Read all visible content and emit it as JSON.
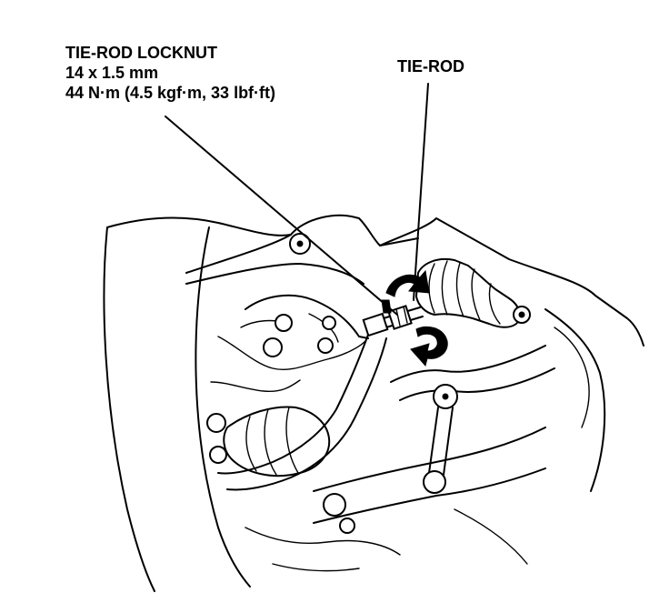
{
  "labels": {
    "locknut": {
      "title": "TIE-ROD LOCKNUT",
      "size": "14 x 1.5 mm",
      "torque": "44 N·m (4.5 kgf·m, 33 lbf·ft)"
    },
    "tierod": {
      "title": "TIE-ROD"
    }
  }
}
